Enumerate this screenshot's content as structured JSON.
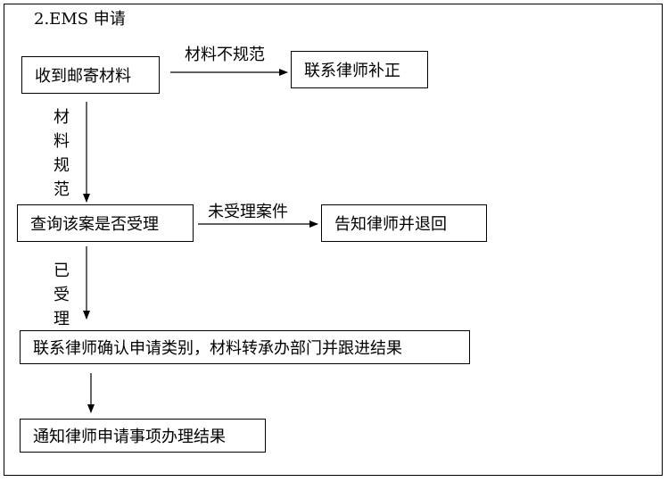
{
  "title": "2.EMS 申请",
  "nodes": {
    "receive": "收到邮寄材料",
    "contact_correct": "联系律师补正",
    "query": "查询该案是否受理",
    "notify_return": "告知律师并退回",
    "confirm": "联系律师确认申请类别，材料转承办部门并跟进结果",
    "notify_result": "通知律师申请事项办理结果"
  },
  "edges": {
    "not_standard": "材料不规范",
    "standard": "材料规范",
    "not_accepted": "未受理案件",
    "accepted": "已受理"
  }
}
